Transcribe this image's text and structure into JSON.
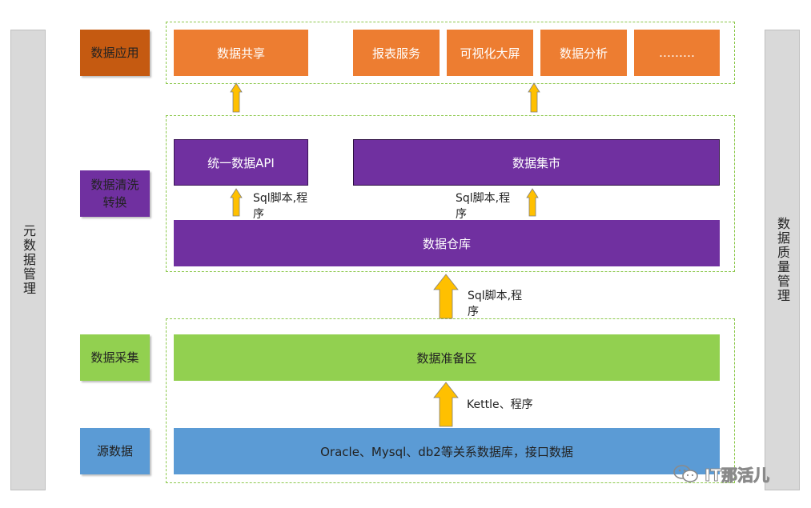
{
  "sidebars": {
    "left": "元数据管理",
    "right": "数据质量管理"
  },
  "layers": {
    "app": {
      "label": "数据应用",
      "boxes": [
        "数据共享",
        "报表服务",
        "可视化大屏",
        "数据分析",
        "………"
      ]
    },
    "clean": {
      "label": "数据清洗转换",
      "api": "统一数据API",
      "mart": "数据集市",
      "warehouse": "数据仓库"
    },
    "collect": {
      "label": "数据采集",
      "staging": "数据准备区"
    },
    "source": {
      "label": "源数据",
      "content": "Oracle、Mysql、db2等关系数据库，接口数据"
    }
  },
  "arrow_labels": {
    "api_sql": "Sql脚本,程序",
    "mart_sql": "Sql脚本,程序",
    "warehouse_sql": "Sql脚本,程序",
    "kettle": "Kettle、程序"
  },
  "watermark": "IT那活儿",
  "colors": {
    "orange": "#ed7d31",
    "orange_dark": "#c55a11",
    "purple": "#7030a0",
    "green": "#92d050",
    "blue": "#5b9bd5",
    "arrow": "#ffc000",
    "dash": "#8cc84b"
  }
}
